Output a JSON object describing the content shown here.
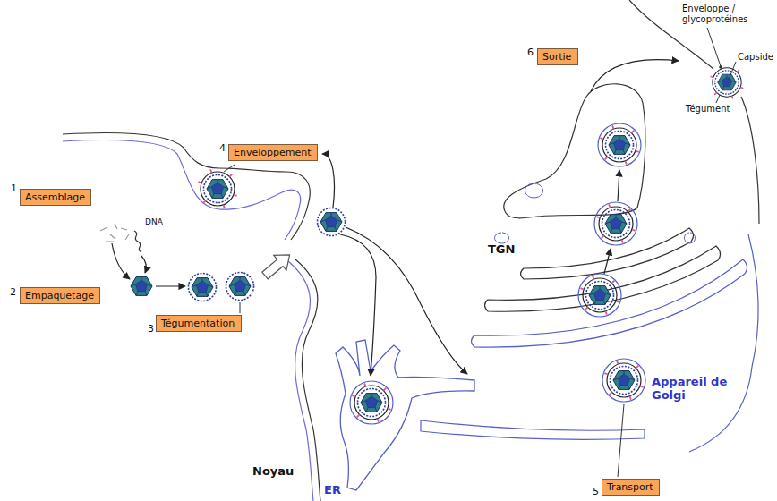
{
  "diagram": {
    "nodes": [
      {
        "text": [
          "1",
          "Assemblage"
        ]
      },
      {
        "text": [
          "2",
          "Empaquetage"
        ]
      },
      {
        "text": [
          "3",
          "Tégumentation"
        ]
      },
      {
        "text": [
          "4",
          "Enveloppement"
        ]
      },
      {
        "text": [
          "5",
          "Transport"
        ]
      },
      {
        "text": [
          "6",
          "Sortie"
        ]
      }
    ],
    "labels": [
      "DNA",
      "Enveloppe / glycoprotéines",
      "Capside",
      "Tégument",
      "TGN",
      "Appareil de Golgi",
      "Noyau",
      "ER"
    ]
  }
}
